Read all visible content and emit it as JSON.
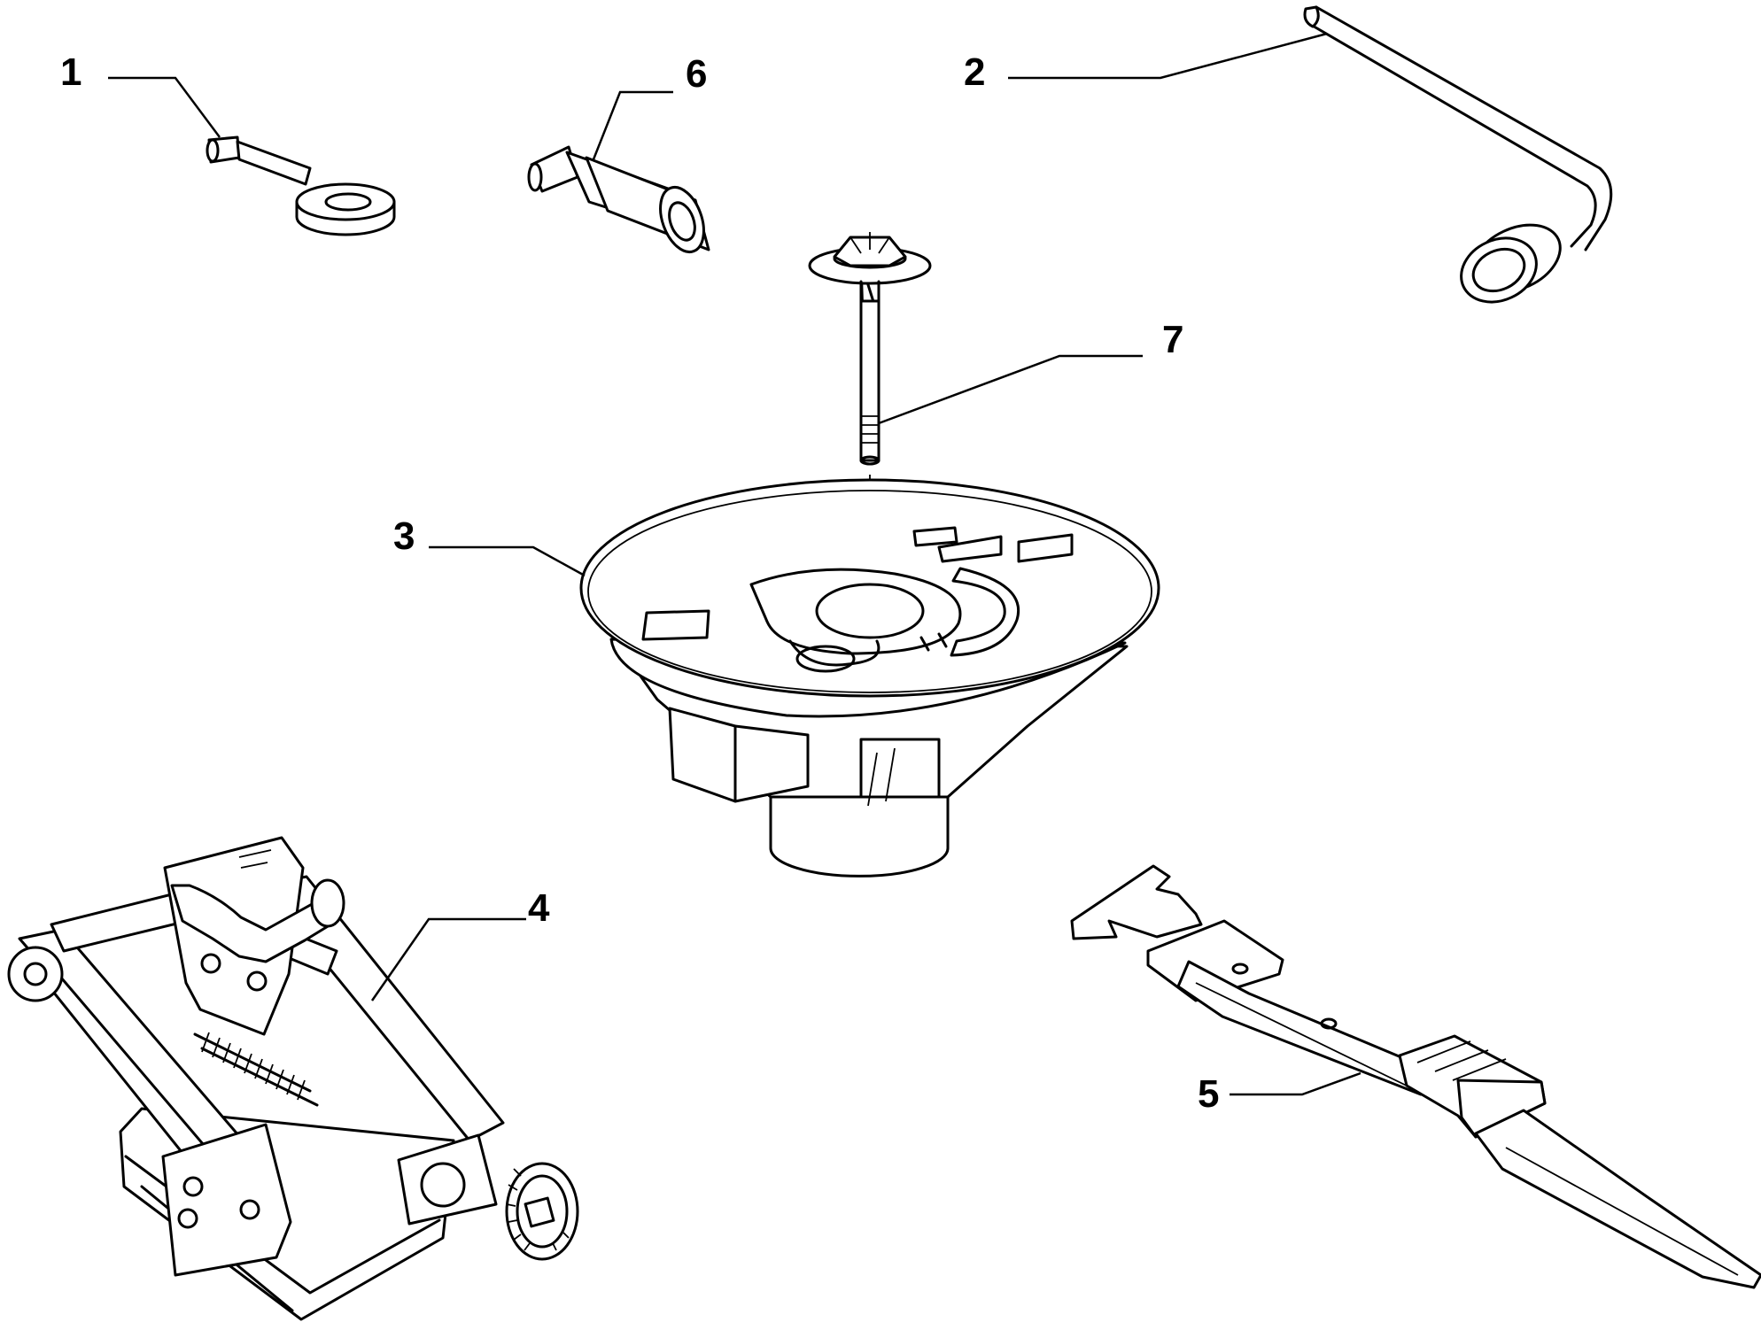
{
  "callouts": {
    "c1": "1",
    "c2": "2",
    "c3": "3",
    "c4": "4",
    "c5": "5",
    "c6": "6",
    "c7": "7"
  },
  "parts": [
    {
      "ref": "1",
      "icon": "tow-eye-icon"
    },
    {
      "ref": "2",
      "icon": "wheel-wrench-icon"
    },
    {
      "ref": "3",
      "icon": "spare-wheel-support-icon"
    },
    {
      "ref": "4",
      "icon": "scissor-jack-icon"
    },
    {
      "ref": "5",
      "icon": "strap-icon"
    },
    {
      "ref": "6",
      "icon": "socket-adapter-icon"
    },
    {
      "ref": "7",
      "icon": "fixing-bolt-icon"
    }
  ]
}
